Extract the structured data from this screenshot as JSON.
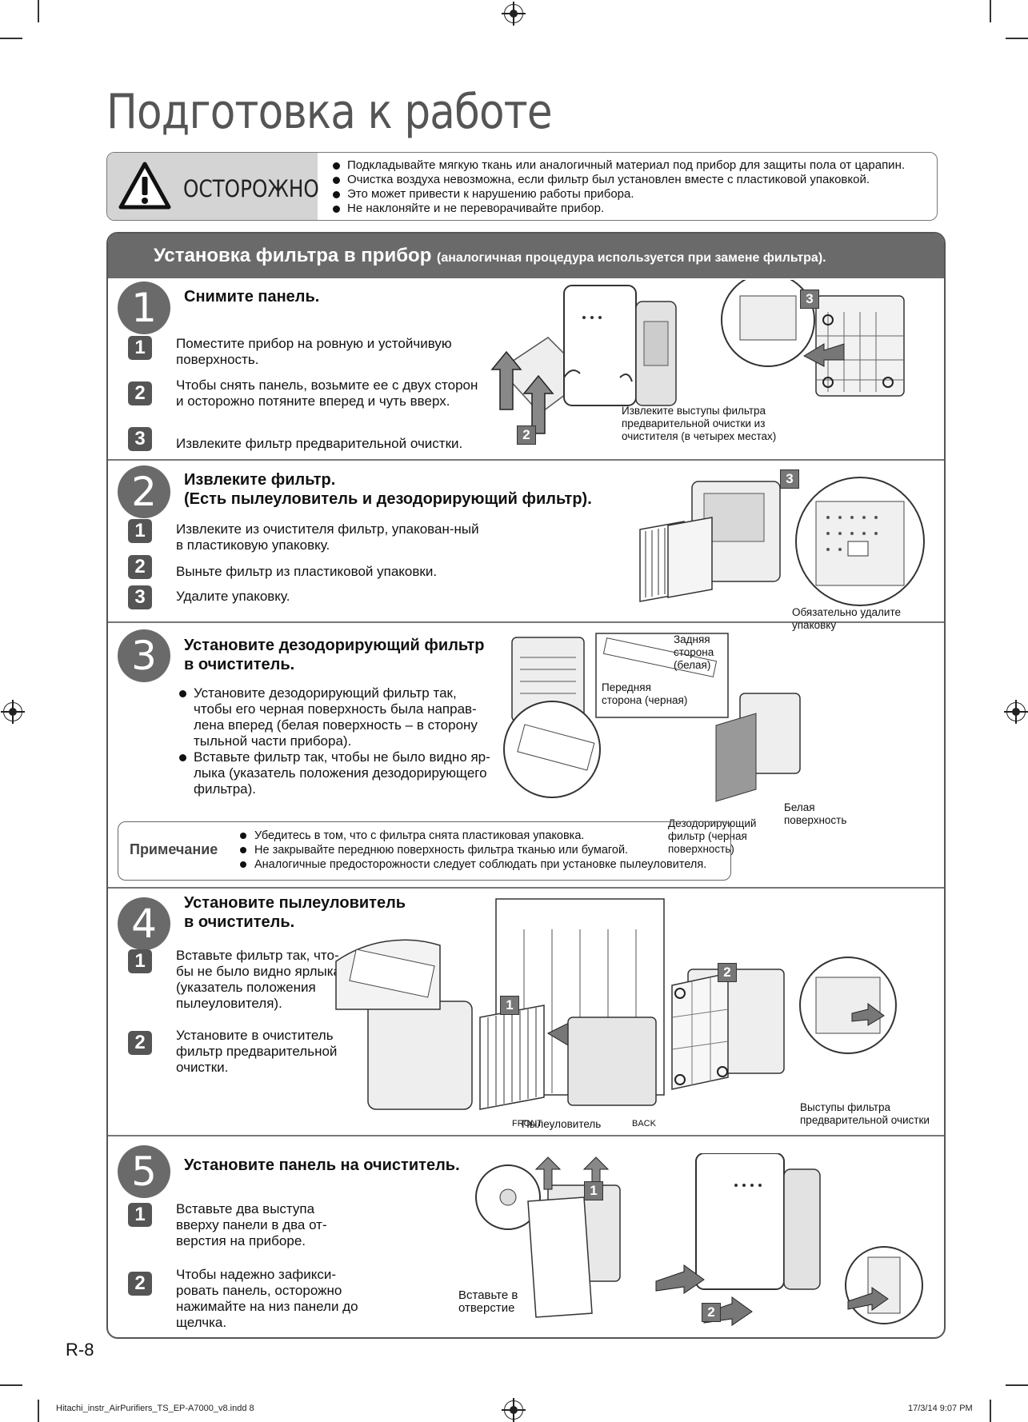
{
  "page_title": "Подготовка к работе",
  "caution": {
    "label": "ОСТОРОЖНО",
    "items": [
      "Подкладывайте мягкую ткань или аналогичный материал под прибор для защиты пола от царапин.",
      "Очистка воздуха невозможна, если фильтр был установлен вместе с пластиковой упаковкой.",
      "Это может привести к нарушению работы прибора.",
      "Не наклоняйте и не переворачивайте прибор."
    ]
  },
  "section": {
    "title": "Установка фильтра в прибор",
    "subtitle": "(аналогичная процедура используется при замене фильтра)."
  },
  "steps": [
    {
      "num": "1",
      "title": "Снимите панель.",
      "subs": [
        {
          "n": "1",
          "text": "Поместите прибор на ровную и устойчивую поверхность."
        },
        {
          "n": "2",
          "text": "Чтобы снять панель, возьмите ее с двух сторон и осторожно потяните вперед и чуть вверх."
        },
        {
          "n": "3",
          "text": "Извлеките фильтр предварительной очистки."
        }
      ],
      "caption": "Извлеките выступы фильтра предварительной очистки из очистителя (в четырех местах)"
    },
    {
      "num": "2",
      "title": "Извлеките фильтр.",
      "title2": "(Есть пылеуловитель и дезодорирующий фильтр).",
      "subs": [
        {
          "n": "1",
          "text": "Извлеките из очистителя фильтр, упакован-ный в пластиковую упаковку."
        },
        {
          "n": "2",
          "text": "Выньте фильтр из пластиковой упаковки."
        },
        {
          "n": "3",
          "text": "Удалите упаковку."
        }
      ],
      "caption": "Обязательно удалите упаковку"
    },
    {
      "num": "3",
      "title": "Установите дезодорирующий фильтр",
      "title2": "в очиститель.",
      "bullets": [
        "Установите дезодорирующий фильтр так, чтобы его черная поверхность была направ-лена вперед (белая поверхность – в сторону тыльной части прибора).",
        "Вставьте фильтр так, чтобы не было видно яр-лыка (указатель положения дезодорирующего фильтра)."
      ],
      "label_back": "Задняя сторона (белая)",
      "label_front": "Передняя сторона (черная)",
      "label_deo": "Дезодорирующий фильтр (черная поверхность)",
      "label_white": "Белая поверхность"
    },
    {
      "num": "4",
      "title": "Установите пылеуловитель",
      "title2": "в очиститель.",
      "subs": [
        {
          "n": "1",
          "text": "Вставьте фильтр так, что-бы не было видно ярлыка (указатель положения пылеуловителя)."
        },
        {
          "n": "2",
          "text": "Установите в очиститель фильтр предварительной очистки."
        }
      ],
      "label_dust": "Пылеуловитель",
      "label_tabs": "Выступы фильтра предварительной очистки",
      "tag_front": "FRONT",
      "tag_back": "BACK"
    },
    {
      "num": "5",
      "title": "Установите панель на очиститель.",
      "subs": [
        {
          "n": "1",
          "text": "Вставьте два выступа вверху панели в два от-верстия на приборе."
        },
        {
          "n": "2",
          "text": "Чтобы надежно зафикси-ровать панель, осторожно нажимайте на низ панели до щелчка."
        }
      ],
      "label_insert": "Вставьте в отверстие"
    }
  ],
  "note": {
    "label": "Примечание",
    "items": [
      "Убедитесь в том, что с фильтра снята пластиковая упаковка.",
      "Не закрывайте переднюю поверхность фильтра тканью или бумагой.",
      "Аналогичные предосторожности следует соблюдать при установке пылеуловителя."
    ]
  },
  "page_number": "R-8",
  "footer": {
    "file": "Hitachi_instr_AirPurifiers_TS_EP-A7000_v8.indd 8",
    "date": "17/3/14 9:07 PM"
  }
}
